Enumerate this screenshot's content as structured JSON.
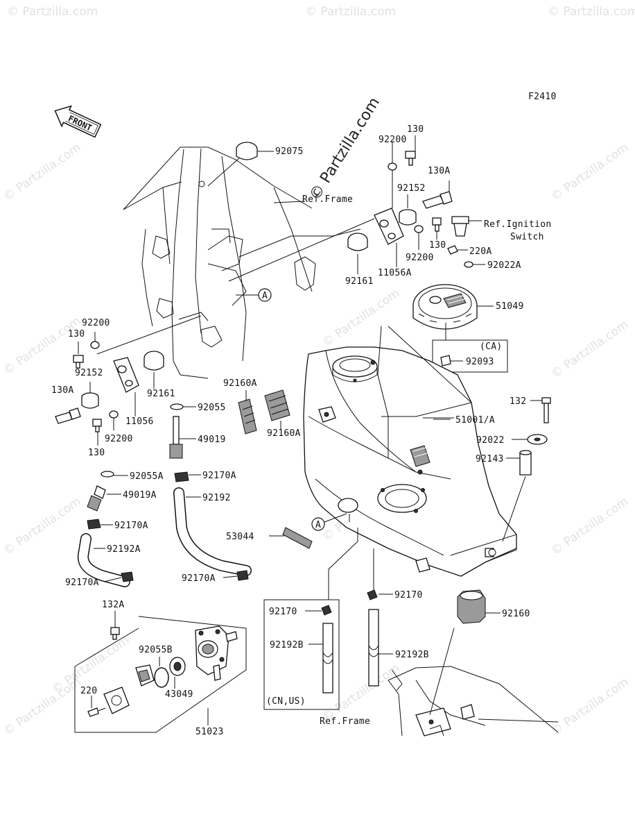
{
  "diagram_code": "F2410",
  "front_label": "FRONT",
  "watermark": "© Partzilla.com",
  "ref_labels": {
    "frame_top": "Ref.Frame",
    "frame_bottom": "Ref.Frame",
    "ignition_line1": "Ref.Ignition",
    "ignition_line2": "Switch"
  },
  "callout_a": "A",
  "box_labels": {
    "ca": "(CA)",
    "cn_us": "(CN,US)"
  },
  "parts": {
    "p92075": "92075",
    "p130_top": "130",
    "p92200_top": "92200",
    "p130A_top": "130A",
    "p92152_top": "92152",
    "p130_mid": "130",
    "p92200_mid": "92200",
    "p92161_top": "92161",
    "p11056A": "11056A",
    "p220A": "220A",
    "p92022A": "92022A",
    "p51049": "51049",
    "p92093": "92093",
    "p92200_left": "92200",
    "p130_left": "130",
    "p92152_left": "92152",
    "p130A_left": "130A",
    "p92161_left": "92161",
    "p11056": "11056",
    "p92200_left2": "92200",
    "p130_left2": "130",
    "p92160A_label": "92160A",
    "p92160A": "92160A",
    "p92055": "92055",
    "p49019": "49019",
    "p51001A": "51001/A",
    "p132": "132",
    "p92022": "92022",
    "p92143": "92143",
    "p92055A": "92055A",
    "p92170A_1": "92170A",
    "p49019A": "49019A",
    "p92192": "92192",
    "p92170A_2": "92170A",
    "p53044": "53044",
    "p92192A": "92192A",
    "p92170A_3": "92170A",
    "p92170A_4": "92170A",
    "p92170_right": "92170",
    "p92160": "92160",
    "p132A": "132A",
    "p92170_box": "92170",
    "p92192B_box": "92192B",
    "p92192B_right": "92192B",
    "p92055B": "92055B",
    "p220": "220",
    "p43049": "43049",
    "p51023": "51023"
  }
}
